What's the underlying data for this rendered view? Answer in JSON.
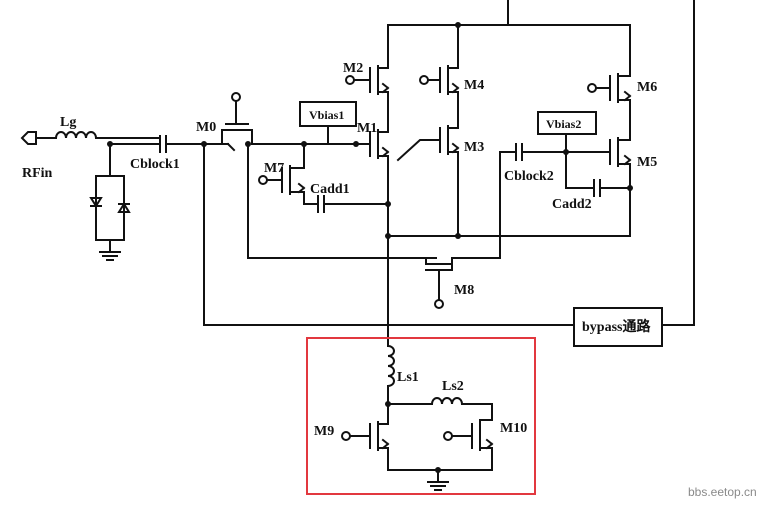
{
  "labels": {
    "rfin": "RFin",
    "lg": "Lg",
    "cblock1": "Cblock1",
    "m0": "M0",
    "vbias1": "Vbias1",
    "m1": "M1",
    "m2": "M2",
    "m3": "M3",
    "m4": "M4",
    "m5": "M5",
    "m6": "M6",
    "m7": "M7",
    "m8": "M8",
    "m9": "M9",
    "m10": "M10",
    "cadd1": "Cadd1",
    "cadd2": "Cadd2",
    "cblock2": "Cblock2",
    "vbias2": "Vbias2",
    "bypass": "bypass通路",
    "ls1": "Ls1",
    "ls2": "Ls2"
  },
  "watermark": "bbs.eetop.cn",
  "highlight_color": "#e2383f"
}
